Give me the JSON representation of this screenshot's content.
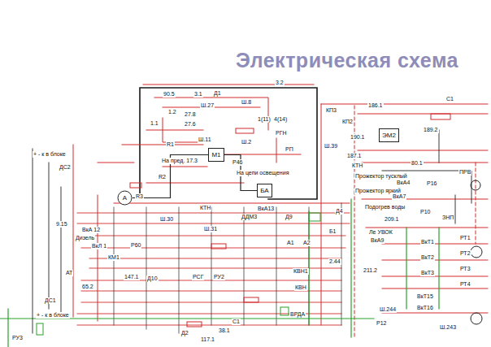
{
  "diagram": {
    "title": "Электрическая схема",
    "nodes": [
      {
        "text": [
          "М1"
        ]
      },
      {
        "text": [
          "ЭМ2"
        ]
      },
      {
        "text": [
          "А"
        ]
      },
      {
        "text": [
          "БА"
        ]
      }
    ],
    "edges": [
      {
        "from": 0,
        "to": 2,
        "arrow": "none"
      },
      {
        "from": 0,
        "to": 3,
        "arrow": "none"
      }
    ],
    "labels": [
      "3.2",
      "3.1",
      "90.5",
      "Д1",
      "1.2",
      "1.1",
      "Ш.27",
      "27.8",
      "27.6",
      "Ш.8",
      "1(11)",
      "4(14)",
      "РГН",
      "Ш.11",
      "Ш.2",
      "РП",
      "Р46",
      "На цепи освещения",
      "На пред. 17.3",
      "R1",
      "R2",
      "R3",
      "ДС2",
      "+ - к в блоке",
      "Ш.39",
      "КП2",
      "КП3",
      "186.1",
      "187.1",
      "189.2",
      "190.1",
      "С1",
      "КТН",
      "80.1",
      "Прожектор тусклый",
      "Прожектор яркий",
      "Подогрев воды",
      "ЗНП",
      "ПРВ",
      "ВкА4",
      "ВкА7",
      "Р16",
      "Р10",
      "209.1",
      "Ле УВОК",
      "ВкА9",
      "ВкТ1",
      "ВкТ2",
      "ВкТ3",
      "РТ1",
      "РТ2",
      "РТ3",
      "РТ4",
      "ВкТ15",
      "ВкТ16",
      "211.2",
      "Ш.244",
      "Р12",
      "Ш.243",
      "ВкА 12",
      "Дизель",
      "ВкЛ 1",
      "КМ1",
      "АТ",
      "ДС1",
      "+ - к в блоке",
      "РУ3",
      "КТН",
      "ДДМ3",
      "ВкА13",
      "Д9",
      "Д4",
      "Ш.30",
      "Ш.31",
      "А1",
      "А2",
      "Б1",
      "Р60",
      "Д10",
      "РСГ",
      "РУ2",
      "КВН1",
      "КВН",
      "ВРДА",
      "2.44",
      "Д2",
      "117.1",
      "С1",
      "38.1",
      "147.1",
      "65.2",
      "9.15"
    ]
  }
}
